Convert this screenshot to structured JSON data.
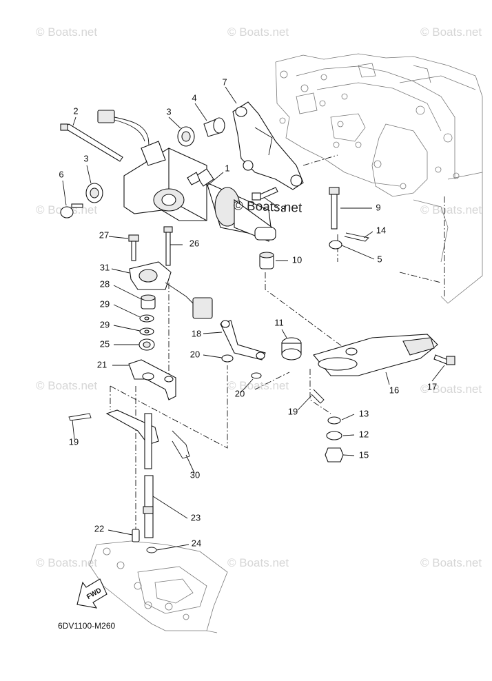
{
  "watermarks": [
    {
      "id": "wm1",
      "text": "© Boats.net"
    },
    {
      "id": "wm2",
      "text": "© Boats.net"
    },
    {
      "id": "wm3",
      "text": "© Boats.net"
    },
    {
      "id": "wm4",
      "text": "© Boats.net"
    },
    {
      "id": "wm5",
      "text": "© Boats.net"
    },
    {
      "id": "wm6",
      "text": "© Boats.net"
    },
    {
      "id": "wm7",
      "text": "© Boats.net"
    },
    {
      "id": "wm8",
      "text": "© Boats.net"
    },
    {
      "id": "wm9",
      "text": "© Boats.net"
    },
    {
      "id": "wm10",
      "text": "© Boats.net"
    },
    {
      "id": "wm11",
      "text": "© Boats.net"
    }
  ],
  "center_watermark": "© Boats.net",
  "diagram_code": "6DV1100-M260",
  "fwd_label": "FWD",
  "callouts": [
    "1",
    "2",
    "3",
    "3",
    "4",
    "5",
    "6",
    "7",
    "8",
    "9",
    "10",
    "11",
    "12",
    "13",
    "14",
    "15",
    "16",
    "17",
    "18",
    "19",
    "19",
    "20",
    "20",
    "21",
    "22",
    "23",
    "24",
    "25",
    "26",
    "27",
    "28",
    "29",
    "29",
    "30",
    "31"
  ]
}
